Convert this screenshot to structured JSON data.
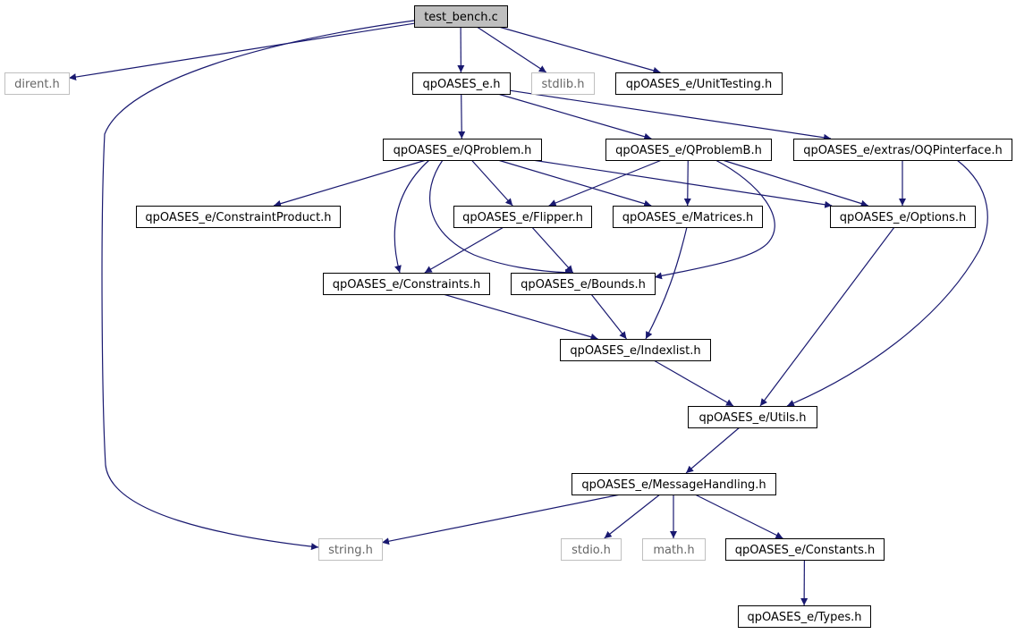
{
  "colors": {
    "edge": "#191970",
    "node_border": "#000000",
    "external_border": "#bfbfbf",
    "external_text": "#666666",
    "root_fill": "#bfbfbf"
  },
  "nodes": [
    {
      "id": "test_bench",
      "label": "test_bench.c",
      "kind": "root"
    },
    {
      "id": "dirent",
      "label": "dirent.h",
      "kind": "external"
    },
    {
      "id": "qpoases_e",
      "label": "qpOASES_e.h",
      "kind": "internal"
    },
    {
      "id": "stdlib",
      "label": "stdlib.h",
      "kind": "external"
    },
    {
      "id": "unittesting",
      "label": "qpOASES_e/UnitTesting.h",
      "kind": "internal"
    },
    {
      "id": "qproblem",
      "label": "qpOASES_e/QProblem.h",
      "kind": "internal"
    },
    {
      "id": "qproblemb",
      "label": "qpOASES_e/QProblemB.h",
      "kind": "internal"
    },
    {
      "id": "oqp",
      "label": "qpOASES_e/extras/OQPinterface.h",
      "kind": "internal"
    },
    {
      "id": "constraintproduct",
      "label": "qpOASES_e/ConstraintProduct.h",
      "kind": "internal"
    },
    {
      "id": "flipper",
      "label": "qpOASES_e/Flipper.h",
      "kind": "internal"
    },
    {
      "id": "matrices",
      "label": "qpOASES_e/Matrices.h",
      "kind": "internal"
    },
    {
      "id": "options",
      "label": "qpOASES_e/Options.h",
      "kind": "internal"
    },
    {
      "id": "constraints",
      "label": "qpOASES_e/Constraints.h",
      "kind": "internal"
    },
    {
      "id": "bounds",
      "label": "qpOASES_e/Bounds.h",
      "kind": "internal"
    },
    {
      "id": "indexlist",
      "label": "qpOASES_e/Indexlist.h",
      "kind": "internal"
    },
    {
      "id": "utils",
      "label": "qpOASES_e/Utils.h",
      "kind": "internal"
    },
    {
      "id": "messagehandling",
      "label": "qpOASES_e/MessageHandling.h",
      "kind": "internal"
    },
    {
      "id": "string",
      "label": "string.h",
      "kind": "external"
    },
    {
      "id": "stdio",
      "label": "stdio.h",
      "kind": "external"
    },
    {
      "id": "math",
      "label": "math.h",
      "kind": "external"
    },
    {
      "id": "constants",
      "label": "qpOASES_e/Constants.h",
      "kind": "internal"
    },
    {
      "id": "types",
      "label": "qpOASES_e/Types.h",
      "kind": "internal"
    }
  ],
  "edges": [
    {
      "from": "test_bench",
      "to": "dirent"
    },
    {
      "from": "test_bench",
      "to": "string"
    },
    {
      "from": "test_bench",
      "to": "qpoases_e"
    },
    {
      "from": "test_bench",
      "to": "stdlib"
    },
    {
      "from": "test_bench",
      "to": "unittesting"
    },
    {
      "from": "qpoases_e",
      "to": "qproblem"
    },
    {
      "from": "qpoases_e",
      "to": "qproblemb"
    },
    {
      "from": "qpoases_e",
      "to": "oqp"
    },
    {
      "from": "qproblem",
      "to": "constraintproduct"
    },
    {
      "from": "qproblem",
      "to": "flipper"
    },
    {
      "from": "qproblem",
      "to": "matrices"
    },
    {
      "from": "qproblem",
      "to": "options"
    },
    {
      "from": "qproblem",
      "to": "constraints"
    },
    {
      "from": "qproblem",
      "to": "bounds"
    },
    {
      "from": "qproblemb",
      "to": "flipper"
    },
    {
      "from": "qproblemb",
      "to": "matrices"
    },
    {
      "from": "qproblemb",
      "to": "options"
    },
    {
      "from": "qproblemb",
      "to": "bounds"
    },
    {
      "from": "oqp",
      "to": "options"
    },
    {
      "from": "oqp",
      "to": "utils"
    },
    {
      "from": "flipper",
      "to": "constraints"
    },
    {
      "from": "flipper",
      "to": "bounds"
    },
    {
      "from": "matrices",
      "to": "indexlist"
    },
    {
      "from": "options",
      "to": "utils"
    },
    {
      "from": "constraints",
      "to": "indexlist"
    },
    {
      "from": "bounds",
      "to": "indexlist"
    },
    {
      "from": "indexlist",
      "to": "utils"
    },
    {
      "from": "utils",
      "to": "messagehandling"
    },
    {
      "from": "messagehandling",
      "to": "string"
    },
    {
      "from": "messagehandling",
      "to": "stdio"
    },
    {
      "from": "messagehandling",
      "to": "math"
    },
    {
      "from": "messagehandling",
      "to": "constants"
    },
    {
      "from": "constants",
      "to": "types"
    }
  ]
}
